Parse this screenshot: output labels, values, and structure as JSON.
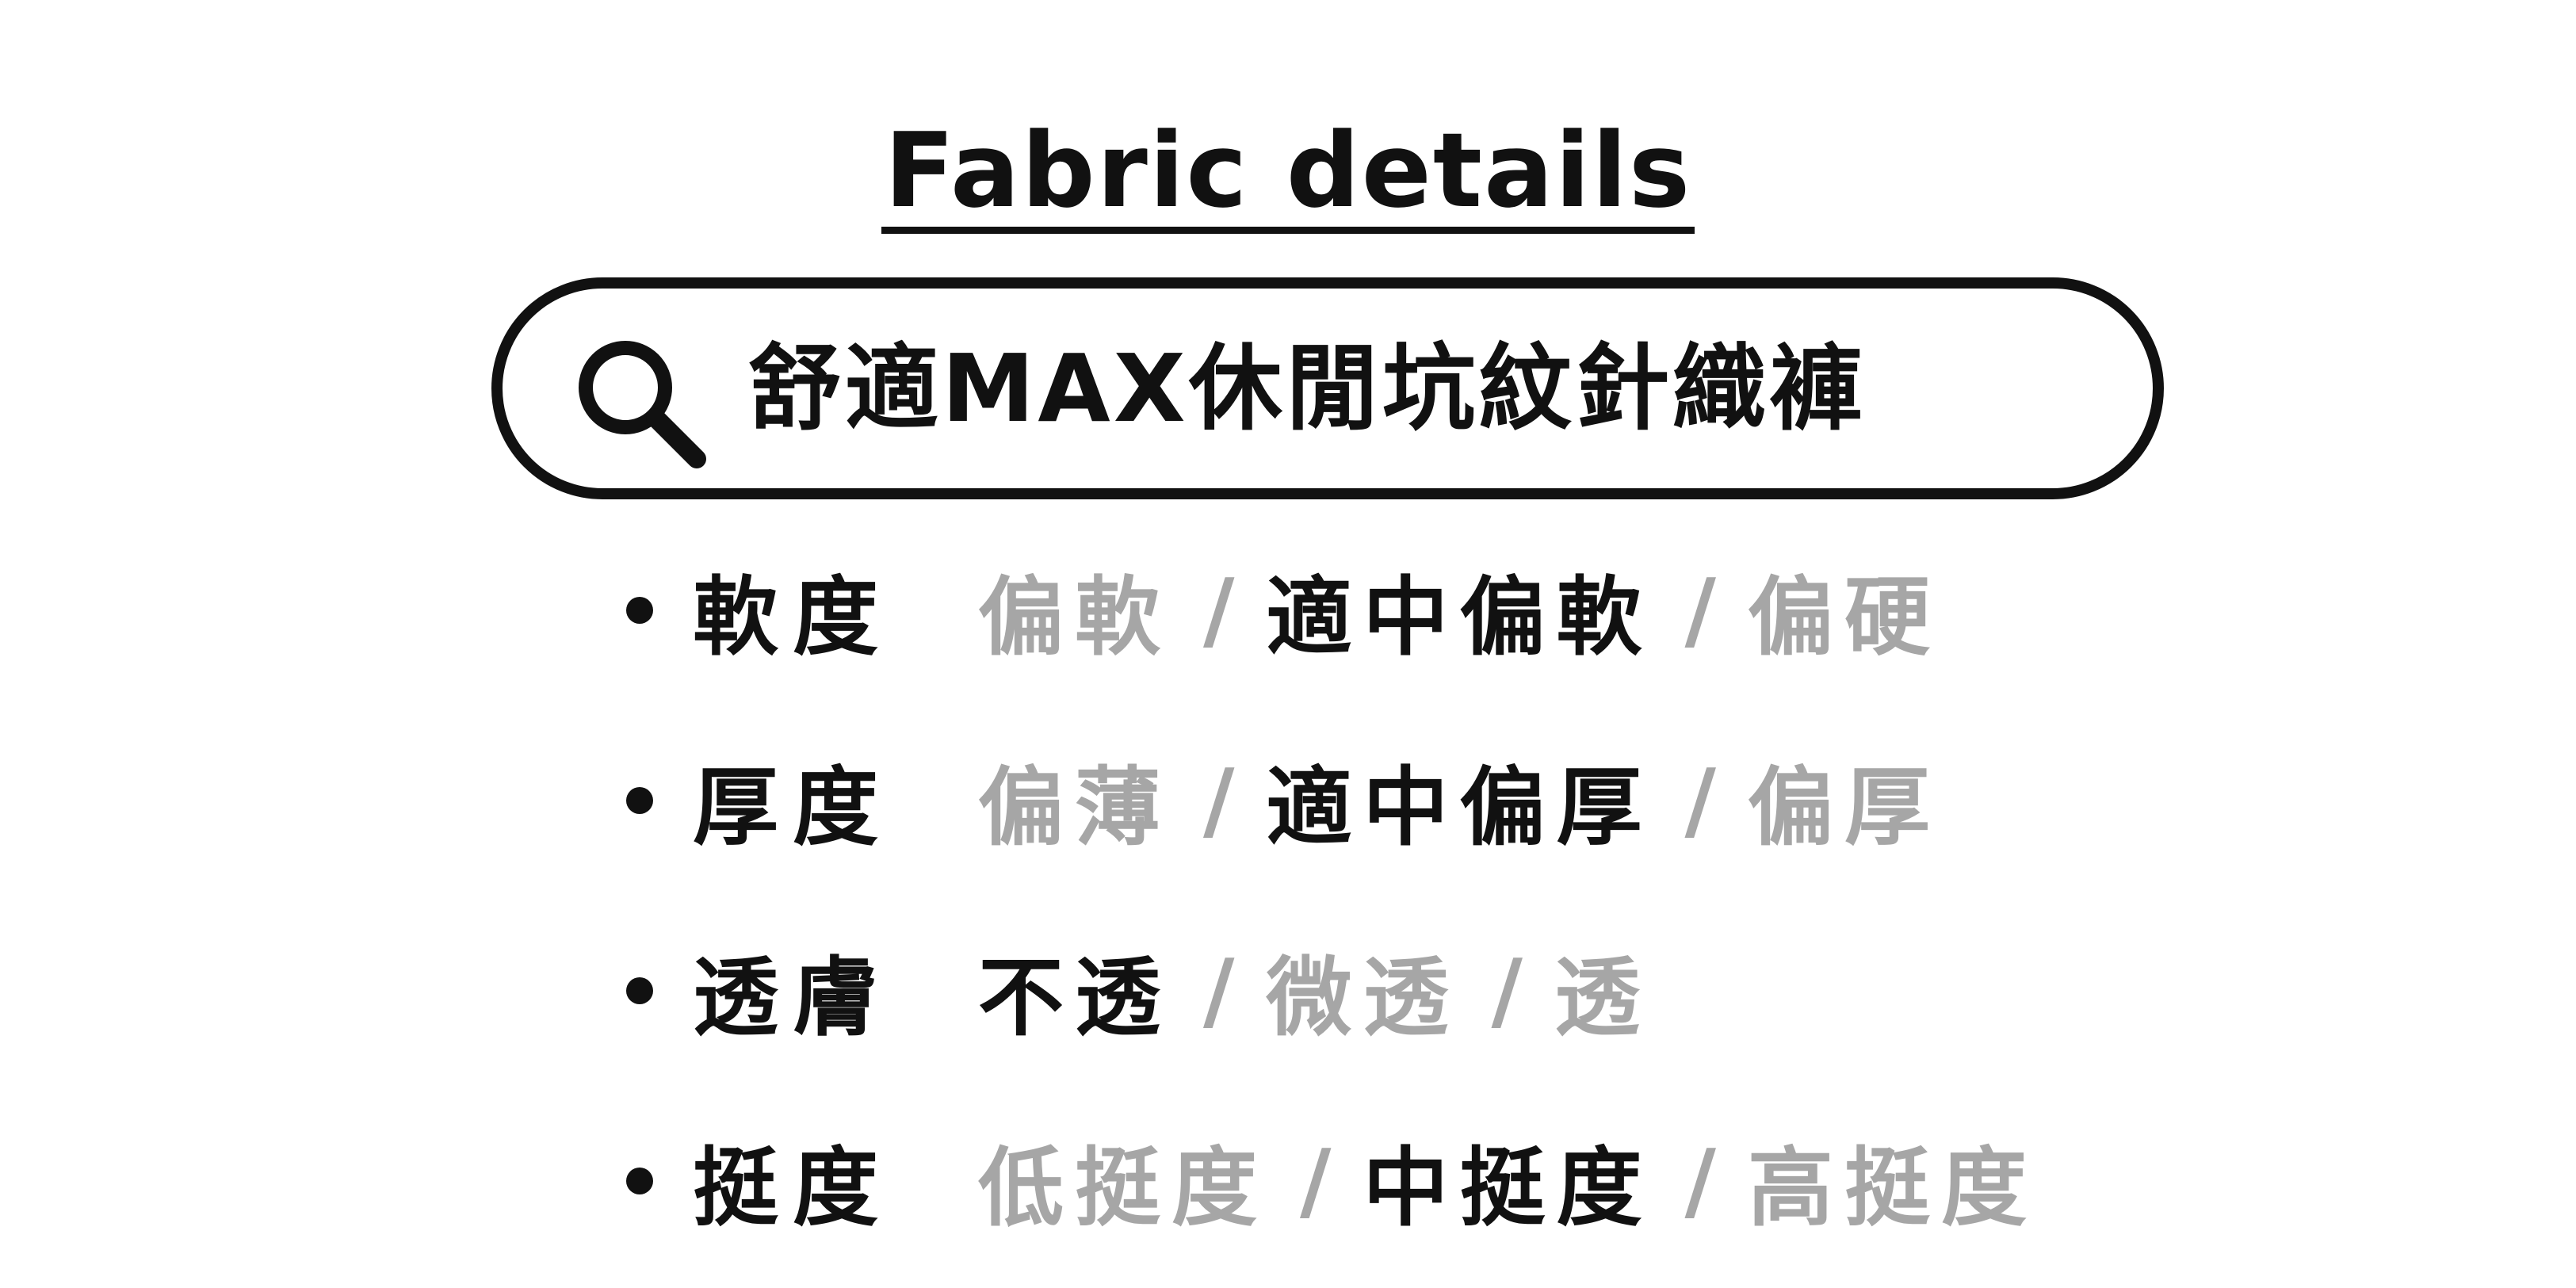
{
  "title": "Fabric details",
  "search": {
    "icon": "search-icon",
    "value": "舒適MAX休閒坑紋針織褲"
  },
  "colors": {
    "selected": "#111111",
    "unselected": "#a6a6a6"
  },
  "attributes": [
    {
      "label": "軟度",
      "options": [
        {
          "text": "偏軟",
          "selected": false
        },
        {
          "text": "適中偏軟",
          "selected": true
        },
        {
          "text": "偏硬",
          "selected": false
        }
      ]
    },
    {
      "label": "厚度",
      "options": [
        {
          "text": "偏薄",
          "selected": false
        },
        {
          "text": "適中偏厚",
          "selected": true
        },
        {
          "text": "偏厚",
          "selected": false
        }
      ]
    },
    {
      "label": "透膚",
      "options": [
        {
          "text": "不透",
          "selected": true
        },
        {
          "text": "微透",
          "selected": false
        },
        {
          "text": "透",
          "selected": false
        }
      ]
    },
    {
      "label": "挺度",
      "options": [
        {
          "text": "低挺度",
          "selected": false
        },
        {
          "text": "中挺度",
          "selected": true
        },
        {
          "text": "高挺度",
          "selected": false
        }
      ]
    }
  ],
  "separator": "/"
}
